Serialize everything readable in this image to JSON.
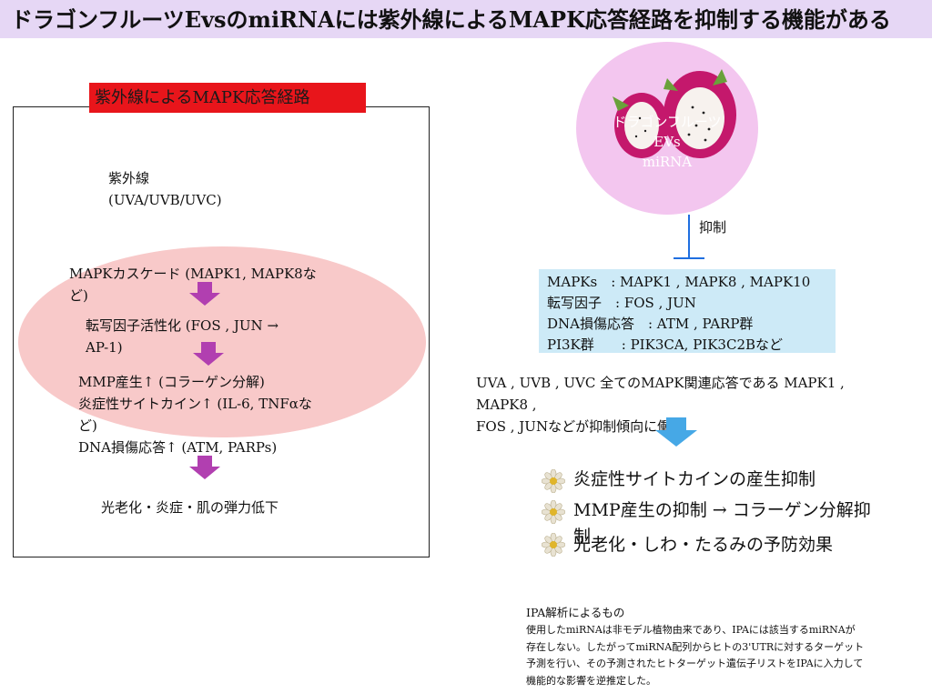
{
  "header": {
    "title": "ドラゴンフルーツEvsのmiRNAには紫外線によるMAPK応答経路を抑制する機能がある"
  },
  "left_panel": {
    "box_label": "紫外線によるMAPK応答経路",
    "uv_line1": "紫外線",
    "uv_line2": "(UVA/UVB/UVC)",
    "mapk_line1": "MAPKカスケード (MAPK1, MAPK8な",
    "mapk_line2": "ど)",
    "tf_line1": "転写因子活性化 (FOS , JUN →",
    "tf_line2": "AP-1)",
    "mmp_line": "MMP産生↑ (コラーゲン分解)",
    "cyto_line1": "炎症性サイトカイン↑ (IL-6, TNFαな",
    "cyto_line2": "ど)",
    "dna_line": "DNA損傷応答↑ (ATM, PARPs)",
    "result": "光老化・炎症・肌の弾力低下"
  },
  "right_panel": {
    "fruit_label": [
      "ドラゴンフルーツ",
      "EVs",
      "miRNA"
    ],
    "inhibit_label": "抑制",
    "targets": [
      "MAPKs　: MAPK1 , MAPK8 , MAPK10",
      "転写因子　: FOS , JUN",
      "DNA損傷応答　: ATM , PARP群",
      "PI3K群　　: PIK3CA, PIK3C2Bなど"
    ],
    "summary_line1": "UVA , UVB , UVC 全てのMAPK関連応答である MAPK1 ,",
    "summary_line2": "MAPK8 ,",
    "summary_line3": "FOS , JUNなどが抑制傾向に働く",
    "effects": [
      "炎症性サイトカインの産生抑制",
      "MMP産生の抑制 → コラーゲン分解抑",
      "光老化・しわ・たるみの予防効果"
    ],
    "effects_wrap": "制"
  },
  "ipa_note": {
    "heading": "IPA解析によるもの",
    "lines": [
      "使用したmiRNAは非モデル植物由来であり、IPAには該当するmiRNAが",
      "存在しない。したがってmiRNA配列からヒトの3'UTRに対するターゲット",
      "予測を行い、その予測されたヒトターゲット遺伝子リストをIPAに入力して",
      "機能的な影響を逆推定した。"
    ]
  },
  "colors": {
    "title_bg": "#e6d7f5",
    "label_red": "#e8151b",
    "ellipse_pink": "#f8c9c9",
    "arrow_purple": "#b13fb0",
    "fruit_circle": "#f3c6ef",
    "inhibit_blue": "#1f6fe0",
    "target_box": "#cdeaf7",
    "down_arrow": "#46a8e6"
  },
  "icons": [
    "down-arrow-icon",
    "inhibition-icon",
    "flower-bullet-icon",
    "dragon-fruit-image"
  ]
}
